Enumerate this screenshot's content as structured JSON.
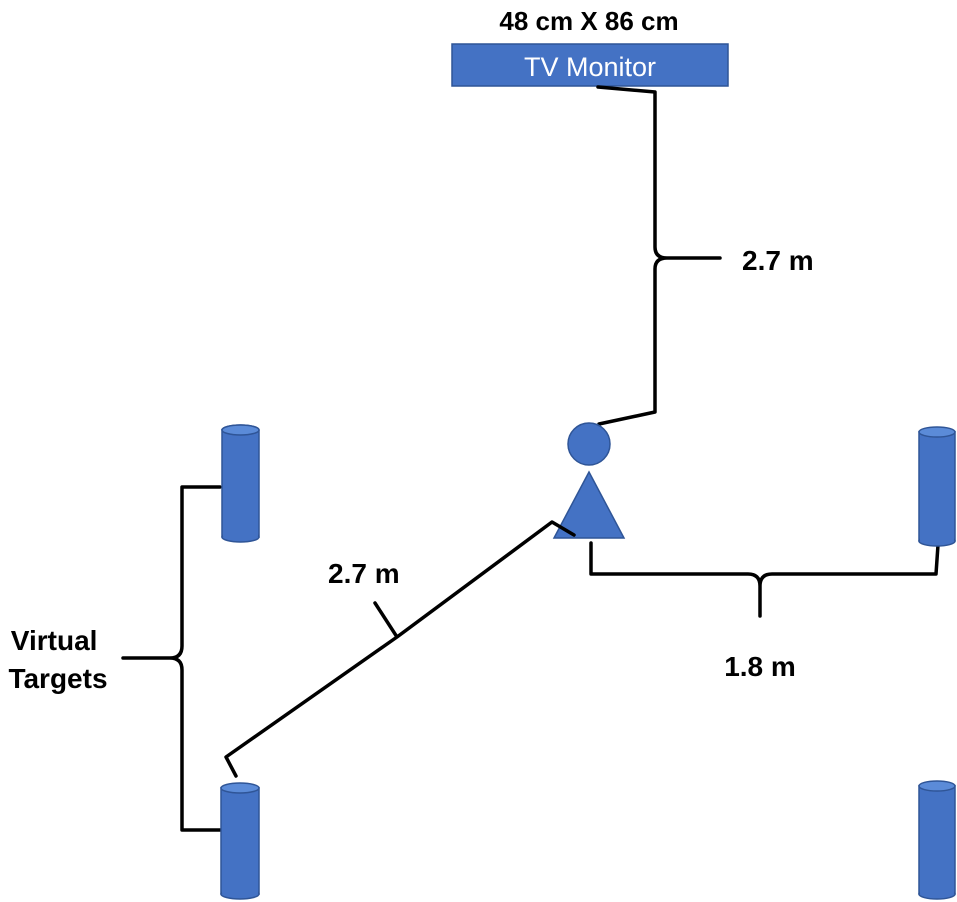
{
  "monitor": {
    "size_label": "48 cm X 86 cm",
    "label": "TV Monitor"
  },
  "distances": {
    "monitor_to_person": "2.7 m",
    "person_to_target": "2.7 m",
    "target_spacing": "1.8 m"
  },
  "targets": {
    "label_line1": "Virtual",
    "label_line2": "Targets"
  },
  "colors": {
    "shape_fill": "#4472C4",
    "shape_stroke": "#2F5597",
    "line": "#000000"
  }
}
